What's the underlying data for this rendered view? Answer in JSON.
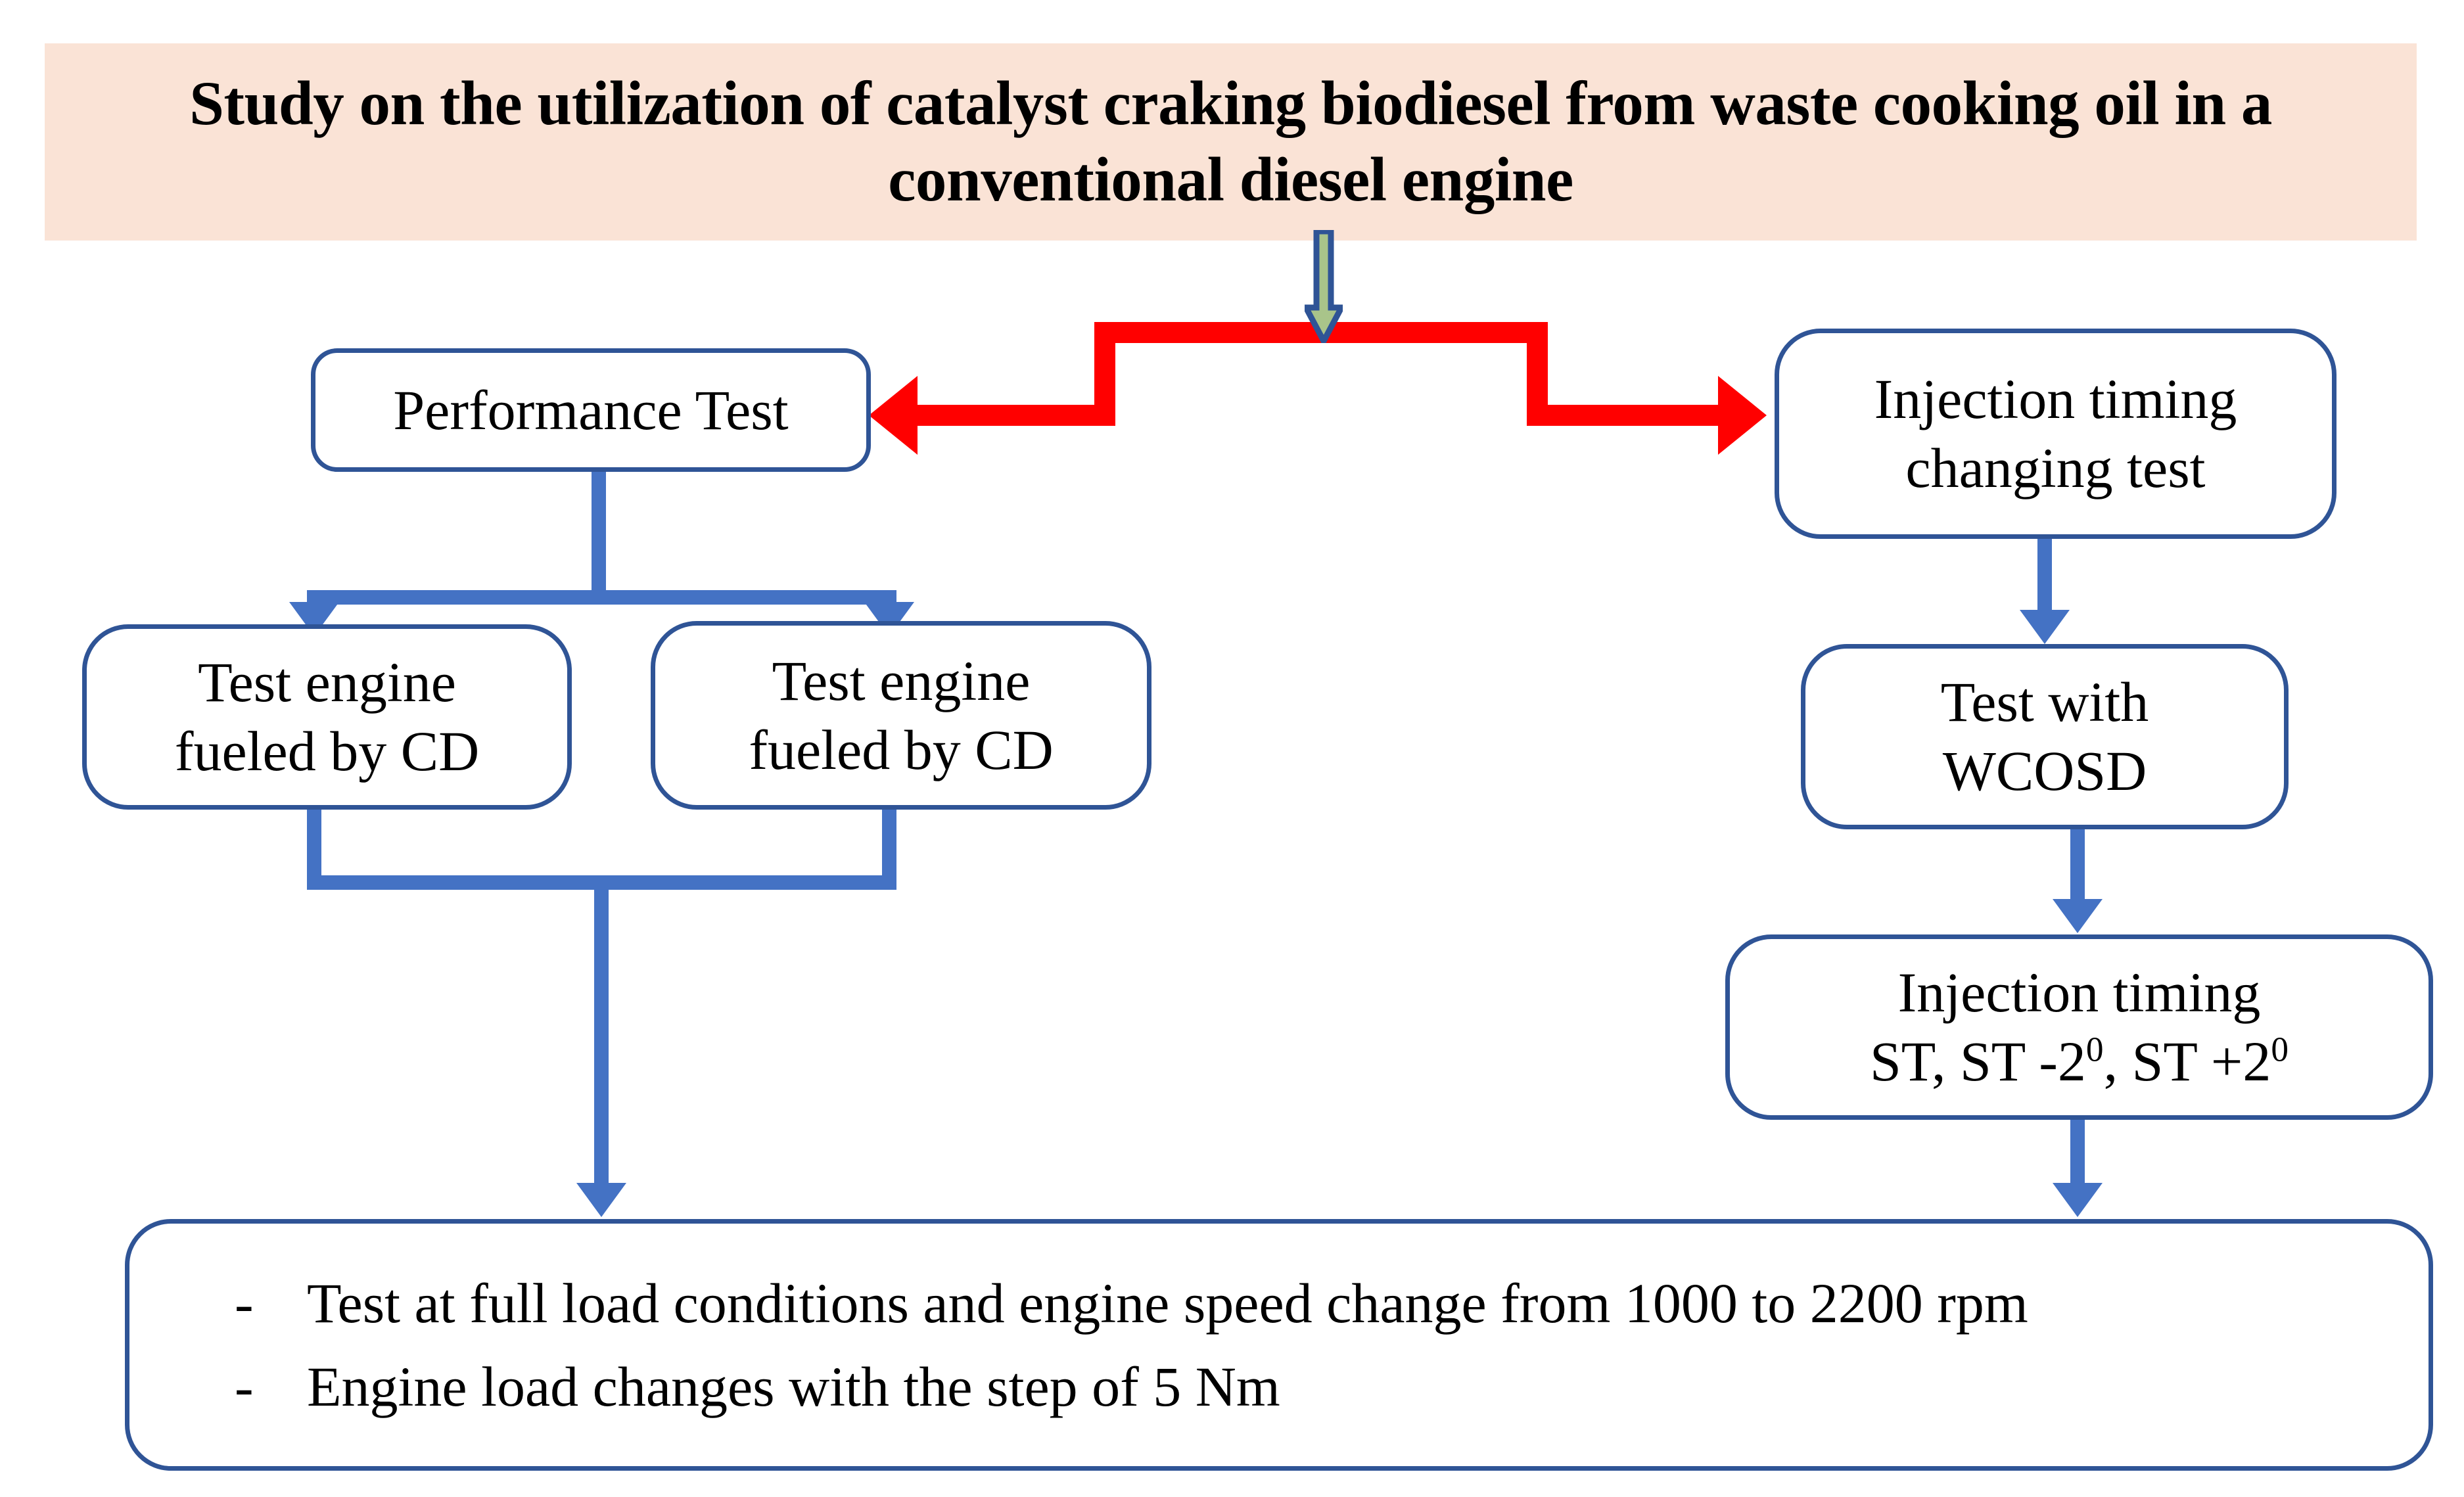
{
  "title": {
    "text": "Study on the utilization of catalyst craking biodiesel from waste cooking oil in a conventional diesel engine",
    "background_color": "#FAE3D6"
  },
  "colors": {
    "box_border": "#2F5496",
    "connector_blue": "#4472C4",
    "connector_red": "#FF0000",
    "arrow_green_fill": "#A9C48A",
    "arrow_green_outline": "#2F5496",
    "text": "#000000",
    "page_background": "#FFFFFF"
  },
  "nodes": {
    "performance_test": {
      "label": "Performance Test"
    },
    "injection_test": {
      "line1": "Injection timing",
      "line2": "changing test"
    },
    "cd_left": {
      "line1": "Test engine",
      "line2": "fueled by CD"
    },
    "cd_right": {
      "line1": "Test engine",
      "line2": "fueled by CD"
    },
    "wcosd": {
      "line1": "Test with",
      "line2": "WCOSD"
    },
    "injection_values": {
      "line1": "Injection timing",
      "line2_prefix": "ST, ST -2",
      "line2_sup1": "0",
      "line2_mid": ", ST +2",
      "line2_sup2": "0"
    },
    "bottom": {
      "bullet_marker": "-",
      "bullet_1": "Test at full load conditions and engine speed change from 1000 to 2200 rpm",
      "bullet_2": "Engine load changes with the step of 5 Nm"
    }
  },
  "connectors": {
    "title_to_split": "green-down-arrow",
    "split_left": "red-arrow-to-performance-test",
    "split_right": "red-arrow-to-injection-test",
    "performance_to_cd": "blue-split-arrows",
    "cd_merge_to_bottom": "blue-merge-arrow",
    "injection_to_wcosd": "blue-down-arrow",
    "wcosd_to_values": "blue-down-arrow",
    "values_to_bottom": "blue-down-arrow"
  }
}
